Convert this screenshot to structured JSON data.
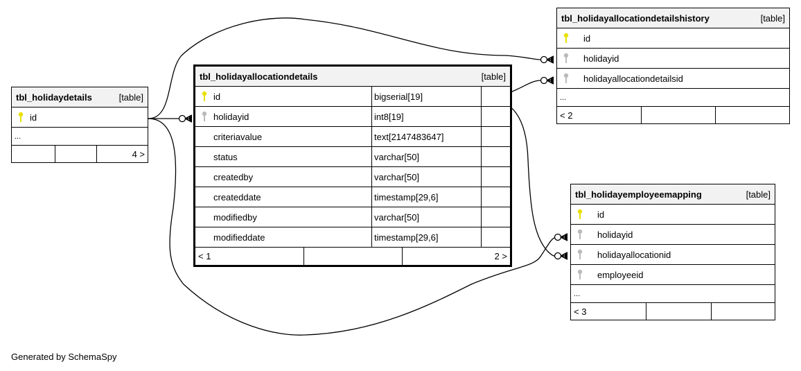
{
  "diagram": {
    "generator_label": "Generated by SchemaSpy",
    "colors": {
      "primary_key": "#e8e000",
      "foreign_key": "#bbbbbb",
      "header_bg": "#f2f2f2",
      "line": "#000000"
    },
    "tables": {
      "holidaydetails": {
        "name": "tbl_holidaydetails",
        "kind": "[table]",
        "columns": [
          {
            "name": "id",
            "key": "primary-key"
          }
        ],
        "ellipsis": "...",
        "footer": [
          "",
          "",
          "4 >"
        ]
      },
      "holidayallocationdetails": {
        "name": "tbl_holidayallocationdetails",
        "kind": "[table]",
        "columns": [
          {
            "name": "id",
            "type": "bigserial[19]",
            "key": "primary-key"
          },
          {
            "name": "holidayid",
            "type": "int8[19]",
            "key": "foreign-key"
          },
          {
            "name": "criteriavalue",
            "type": "text[2147483647]",
            "key": ""
          },
          {
            "name": "status",
            "type": "varchar[50]",
            "key": ""
          },
          {
            "name": "createdby",
            "type": "varchar[50]",
            "key": ""
          },
          {
            "name": "createddate",
            "type": "timestamp[29,6]",
            "key": ""
          },
          {
            "name": "modifiedby",
            "type": "varchar[50]",
            "key": ""
          },
          {
            "name": "modifieddate",
            "type": "timestamp[29,6]",
            "key": ""
          }
        ],
        "footer": [
          "< 1",
          "",
          "2 >"
        ]
      },
      "holidayallocationdetailshistory": {
        "name": "tbl_holidayallocationdetailshistory",
        "kind": "[table]",
        "columns": [
          {
            "name": "id",
            "key": "primary-key"
          },
          {
            "name": "holidayid",
            "key": "foreign-key"
          },
          {
            "name": "holidayallocationdetailsid",
            "key": "foreign-key"
          }
        ],
        "ellipsis": "...",
        "footer": [
          "< 2",
          "",
          ""
        ]
      },
      "holidayemployeemapping": {
        "name": "tbl_holidayemployeemapping",
        "kind": "[table]",
        "columns": [
          {
            "name": "id",
            "key": "primary-key"
          },
          {
            "name": "holidayid",
            "key": "foreign-key"
          },
          {
            "name": "holidayallocationid",
            "key": "foreign-key"
          },
          {
            "name": "employeeid",
            "key": "foreign-key"
          }
        ],
        "ellipsis": "...",
        "footer": [
          "< 3",
          "",
          ""
        ]
      }
    },
    "relationships": [
      {
        "from": "tbl_holidaydetails.id",
        "to": "tbl_holidayallocationdetails.holidayid"
      },
      {
        "from": "tbl_holidaydetails.id",
        "to": "tbl_holidayallocationdetailshistory.holidayid"
      },
      {
        "from": "tbl_holidaydetails.id",
        "to": "tbl_holidayemployeemapping.holidayid"
      },
      {
        "from": "tbl_holidayallocationdetails.id",
        "to": "tbl_holidayallocationdetailshistory.holidayallocationdetailsid"
      },
      {
        "from": "tbl_holidayallocationdetails.id",
        "to": "tbl_holidayemployeemapping.holidayallocationid"
      }
    ]
  }
}
